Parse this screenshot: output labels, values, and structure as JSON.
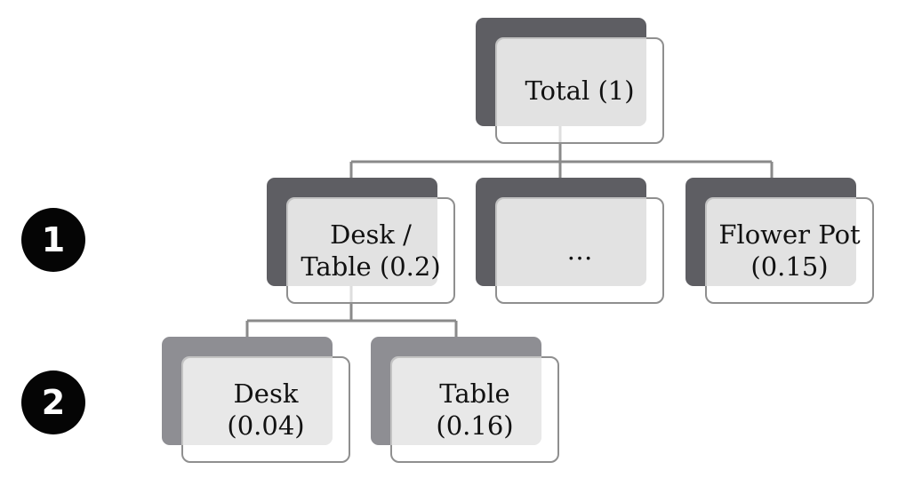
{
  "levels": [
    "1",
    "2"
  ],
  "nodes": {
    "total": "Total (1)",
    "desk_table": "Desk /\nTable (0.2)",
    "ellipsis": "…",
    "flower_pot": "Flower Pot\n(0.15)",
    "desk": "Desk\n(0.04)",
    "table": "Table\n(0.16)"
  },
  "colors": {
    "shadow_dark": "#5e5e63",
    "shadow_light": "#8e8e93",
    "border": "#8f8f8f",
    "connector": "#8a8a8a",
    "badge": "#050505"
  }
}
